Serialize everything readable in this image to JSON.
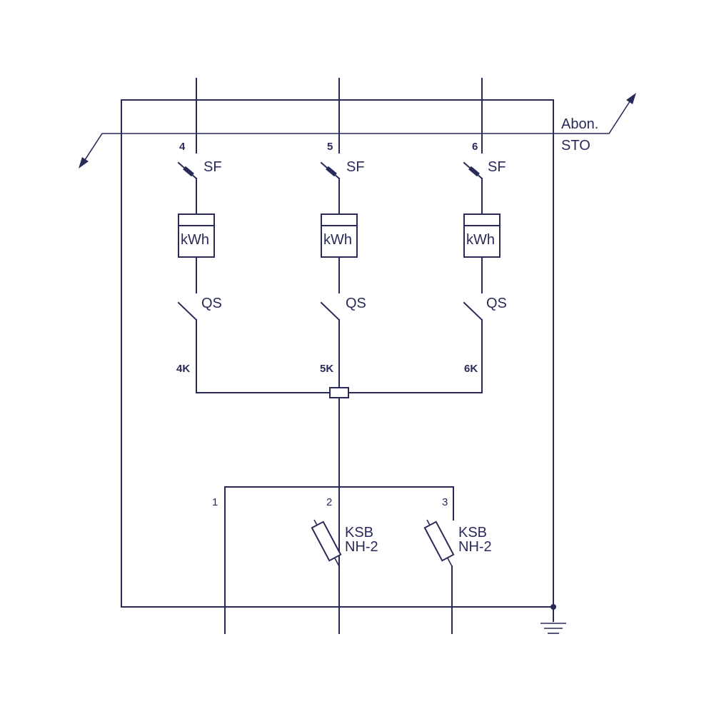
{
  "colors": {
    "line": "#2a2a5a",
    "background": "#ffffff"
  },
  "labels": {
    "abon": "Abon.",
    "sto": "STO"
  },
  "feeders": [
    {
      "number": "4",
      "breaker": "SF",
      "meter": "kWh",
      "switch": "QS",
      "cable": "4K"
    },
    {
      "number": "5",
      "breaker": "SF",
      "meter": "kWh",
      "switch": "QS",
      "cable": "5K"
    },
    {
      "number": "6",
      "breaker": "SF",
      "meter": "kWh",
      "switch": "QS",
      "cable": "6K"
    }
  ],
  "outputs": [
    {
      "number": "1"
    },
    {
      "number": "2",
      "fuse_line1": "KSB",
      "fuse_line2": "NH-2"
    },
    {
      "number": "3",
      "fuse_line1": "KSB",
      "fuse_line2": "NH-2"
    }
  ],
  "icons": [
    "circuit-breaker-icon",
    "energy-meter-icon",
    "disconnect-switch-icon",
    "fuse-icon",
    "ground-icon",
    "arrow-icon"
  ]
}
